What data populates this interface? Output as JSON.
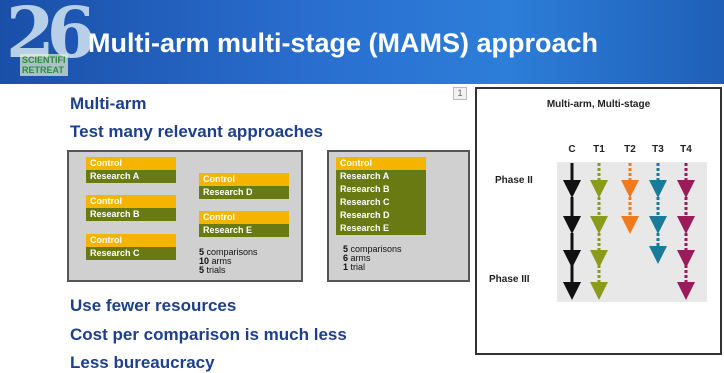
{
  "header": {
    "title": "Multi-arm multi-stage (MAMS) approach",
    "logo_number": "26",
    "logo_text_1": "SCIENTIFI",
    "logo_text_2": "RETREAT"
  },
  "page_marker": "1",
  "bullets": {
    "multi_arm": "Multi-arm",
    "test_many": "Test many relevant approaches",
    "fewer_resources": "Use fewer resources",
    "cost": "Cost per comparison is much less",
    "bureaucracy": "Less bureaucracy"
  },
  "left_group": {
    "pairs": [
      {
        "control": "Control",
        "research": "Research A"
      },
      {
        "control": "Control",
        "research": "Research B"
      },
      {
        "control": "Control",
        "research": "Research C"
      },
      {
        "control": "Control",
        "research": "Research D"
      },
      {
        "control": "Control",
        "research": "Research E"
      }
    ],
    "summary": [
      {
        "n": "5",
        "label": " comparisons"
      },
      {
        "n": "10",
        "label": " arms"
      },
      {
        "n": "5",
        "label": " trials"
      }
    ]
  },
  "right_group": {
    "control": "Control",
    "research": [
      "Research A",
      "Research B",
      "Research C",
      "Research D",
      "Research E"
    ],
    "summary": [
      {
        "n": "5",
        "label": " comparisons"
      },
      {
        "n": "6",
        "label": " arms"
      },
      {
        "n": "1",
        "label": " trial"
      }
    ]
  },
  "mams": {
    "title": "Multi-arm, Multi-stage",
    "columns": [
      "C",
      "T1",
      "T2",
      "T3",
      "T4"
    ],
    "phase_ii": "Phase II",
    "phase_iii": "Phase III",
    "colors": {
      "C": "#111111",
      "T1": "#8a9a1a",
      "T2": "#f07a1e",
      "T3": "#1a7a9a",
      "T4": "#9a1a5a"
    }
  }
}
